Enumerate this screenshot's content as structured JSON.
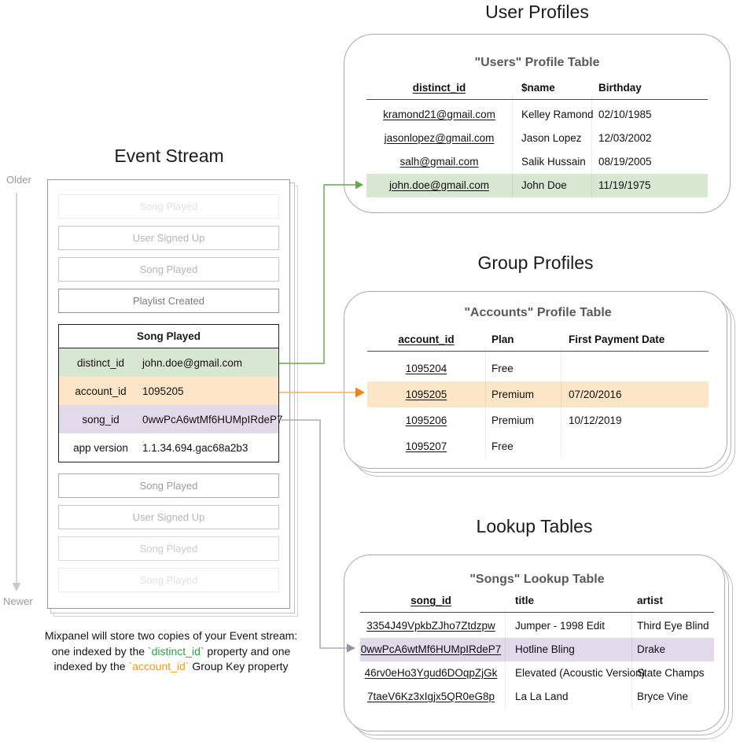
{
  "event_stream": {
    "title": "Event Stream",
    "older_label": "Older",
    "newer_label": "Newer",
    "events_before": [
      {
        "label": "Song Played"
      },
      {
        "label": "User Signed Up"
      },
      {
        "label": "Song Played"
      },
      {
        "label": "Playlist Created"
      }
    ],
    "detail_event": {
      "title": "Song Played",
      "properties": [
        {
          "key": "distinct_id",
          "value": "john.doe@gmail.com",
          "highlight": "green"
        },
        {
          "key": "account_id",
          "value": "1095205",
          "highlight": "orange"
        },
        {
          "key": "song_id",
          "value": "0wwPcA6wtMf6HUMpIRdeP7",
          "highlight": "purple"
        },
        {
          "key": "app version",
          "value": "1.1.34.694.gac68a2b3",
          "highlight": "none"
        }
      ]
    },
    "events_after": [
      {
        "label": "Song Played"
      },
      {
        "label": "User Signed Up"
      },
      {
        "label": "Song Played"
      },
      {
        "label": "Song Played"
      }
    ],
    "caption": {
      "line1": "Mixpanel will store two copies of your Event stream:",
      "line2_pre": "one indexed by the ",
      "line2_code": "`distinct_id`",
      "line2_post": " property and one",
      "line3_pre": "indexed by the ",
      "line3_code": "`account_id`",
      "line3_post": " Group Key property"
    }
  },
  "user_profiles": {
    "section_title": "User Profiles",
    "table_title": "\"Users\" Profile Table",
    "columns": [
      "distinct_id",
      "$name",
      "Birthday"
    ],
    "rows": [
      [
        "kramond21@gmail.com",
        "Kelley Ramond",
        "02/10/1985"
      ],
      [
        "jasonlopez@gmail.com",
        "Jason Lopez",
        "12/03/2002"
      ],
      [
        "salh@gmail.com",
        "Salik Hussain",
        "08/19/2005"
      ],
      [
        "john.doe@gmail.com",
        "John Doe",
        "11/19/1975"
      ]
    ],
    "highlighted_row_index": 3,
    "highlight_color": "#d8e7d1"
  },
  "group_profiles": {
    "section_title": "Group Profiles",
    "table_title": "\"Accounts\" Profile Table",
    "columns": [
      "account_id",
      "Plan",
      "First Payment Date"
    ],
    "rows": [
      [
        "1095204",
        "Free",
        ""
      ],
      [
        "1095205",
        "Premium",
        "07/20/2016"
      ],
      [
        "1095206",
        "Premium",
        "10/12/2019"
      ],
      [
        "1095207",
        "Free",
        ""
      ]
    ],
    "highlighted_row_index": 1,
    "highlight_color": "#fde5c7"
  },
  "lookup_tables": {
    "section_title": "Lookup Tables",
    "table_title": "\"Songs\" Lookup Table",
    "columns": [
      "song_id",
      "title",
      "artist"
    ],
    "rows": [
      [
        "3354J49VpkbZJho7Ztdzpw",
        "Jumper - 1998 Edit",
        "Third Eye Blind"
      ],
      [
        "0wwPcA6wtMf6HUMpIRdeP7",
        "Hotline Bling",
        "Drake"
      ],
      [
        "46rv0eHo3Ygud6DOqpZjGk",
        "Elevated (Acoustic Version)",
        "State Champs"
      ],
      [
        "7taeV6Kz3xIgjx5QR0eG8p",
        "La La Land",
        "Bryce Vine"
      ]
    ],
    "highlighted_row_index": 1,
    "highlight_color": "#e2d9ea"
  },
  "arrows": {
    "distinct_id_color": "#6aa84f",
    "account_id_line_color": "#f0bd80",
    "account_id_head_color": "#f28319",
    "song_id_line_color": "#b2a5bf",
    "song_id_head_color": "#9a8fa7",
    "timeline_color": "#c9c9c9"
  }
}
